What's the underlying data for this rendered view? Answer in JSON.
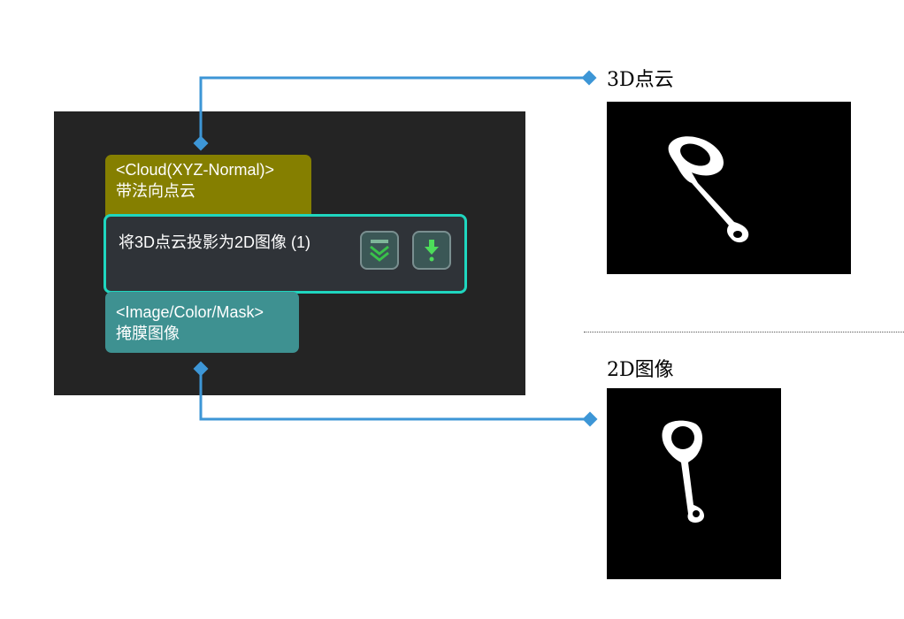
{
  "input_port": {
    "type_label": "<Cloud(XYZ-Normal)>",
    "name": "带法向点云",
    "color": "#857f00"
  },
  "step": {
    "label": "将3D点云投影为2D图像 (1)",
    "border_color": "#1fd6bf",
    "expand_icon": "double-chevron-down-icon",
    "debug_icon": "download-arrow-icon"
  },
  "output_port": {
    "type_label": "<Image/Color/Mask>",
    "name": "掩膜图像",
    "color": "#3e9191"
  },
  "captions": {
    "point_cloud": "3D点云",
    "image_2d": "2D图像"
  },
  "connector_color": "#3d96d6"
}
